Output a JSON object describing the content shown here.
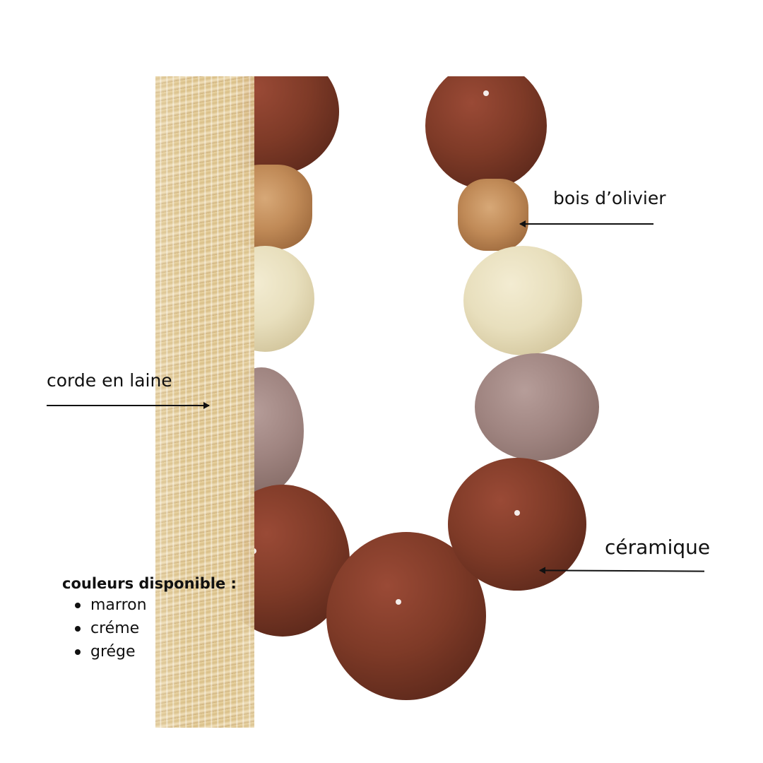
{
  "labels": {
    "bois": "bois d’olivier",
    "corde": "corde en laine",
    "ceramique": "céramique"
  },
  "colors": {
    "title": "couleurs disponible :",
    "items": [
      "marron",
      "créme",
      "grége"
    ]
  },
  "palette": {
    "marron": "#7e3a27",
    "creme": "#e8dfbd",
    "grege": "#a08581",
    "wood": "#c08a57",
    "rope": "#e2cc98",
    "text": "#111111"
  }
}
